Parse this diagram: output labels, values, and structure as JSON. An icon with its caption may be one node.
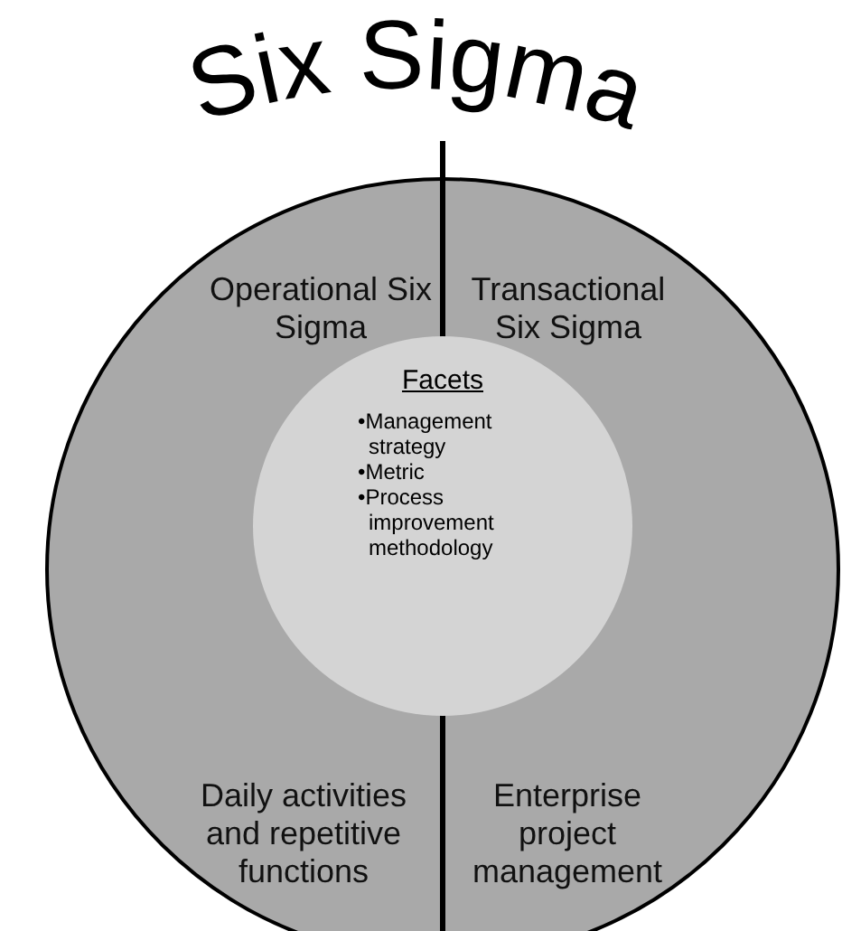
{
  "diagram": {
    "nodes": [
      {
        "text": [
          "Six Sigma"
        ]
      },
      {
        "text": [
          "Operational Six Sigma"
        ],
        "in": 0
      },
      {
        "text": [
          "Transactional Six Sigma"
        ],
        "in": 0
      },
      {
        "text": [
          "Facets",
          "•Management strategy",
          "•Metric",
          "•Process improvement methodology"
        ],
        "in": 0
      },
      {
        "text": [
          "Daily activities and repetitive functions"
        ],
        "in": 0
      },
      {
        "text": [
          "Enterprise project management"
        ],
        "in": 0
      }
    ]
  }
}
